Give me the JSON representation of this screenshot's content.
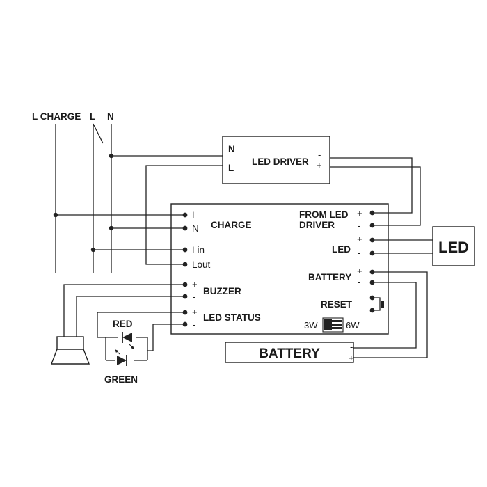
{
  "supply": {
    "l_charge": "L CHARGE",
    "l": "L",
    "n": "N"
  },
  "led_driver": {
    "title": "LED DRIVER",
    "in_n": "N",
    "in_l": "L",
    "out_minus": "-",
    "out_plus": "+"
  },
  "module": {
    "left": {
      "l": "L",
      "n": "N",
      "charge": "CHARGE",
      "lin": "Lin",
      "lout": "Lout",
      "buzzer_plus": "+",
      "buzzer_minus": "-",
      "buzzer": "BUZZER",
      "status_plus": "+",
      "status_minus": "-",
      "led_status": "LED STATUS"
    },
    "right": {
      "from_led_1": "FROM LED",
      "from_led_2": "DRIVER",
      "from_plus": "+",
      "from_minus": "-",
      "led": "LED",
      "led_plus": "+",
      "led_minus": "-",
      "battery": "BATTERY",
      "battery_plus": "+",
      "battery_minus": "-",
      "reset": "RESET"
    },
    "switch": {
      "low": "3W",
      "high": "6W"
    }
  },
  "led_load": {
    "label": "LED"
  },
  "battery_pack": {
    "label": "BATTERY",
    "minus": "-",
    "plus": "+"
  },
  "indicators": {
    "red": "RED",
    "green": "GREEN"
  }
}
